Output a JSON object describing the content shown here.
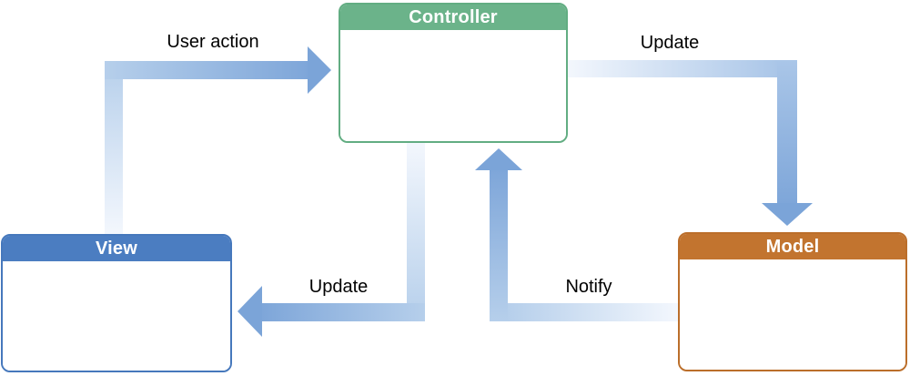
{
  "diagram": {
    "type": "flow-diagram",
    "subject": "Model-View-Controller",
    "background": "#ffffff",
    "nodes": [
      {
        "id": "controller",
        "label": "Controller",
        "header_color": "#6bb38a",
        "border_color": "#62ad82",
        "body_color": "#ffffff"
      },
      {
        "id": "view",
        "label": "View",
        "header_color": "#4b7dc1",
        "border_color": "#4678bc",
        "body_color": "#ffffff"
      },
      {
        "id": "model",
        "label": "Model",
        "header_color": "#c2742f",
        "border_color": "#bb6e2a",
        "body_color": "#ffffff"
      }
    ],
    "arrows": [
      {
        "id": "user-action",
        "label": "User action",
        "from": "view",
        "to": "controller",
        "path": "up-then-right"
      },
      {
        "id": "update-model",
        "label": "Update",
        "from": "controller",
        "to": "model",
        "path": "right-then-down"
      },
      {
        "id": "update-view",
        "label": "Update",
        "from": "controller",
        "to": "view",
        "path": "down-then-left"
      },
      {
        "id": "notify",
        "label": "Notify",
        "from": "model",
        "to": "controller",
        "path": "left-then-up"
      }
    ],
    "arrow_colors": {
      "tail": "#f3f7fd",
      "mid": "#b6cfeb",
      "head": "#7ba4d8"
    },
    "text_colors": {
      "node_label": "#ffffff",
      "edge_label": "#000000"
    }
  }
}
